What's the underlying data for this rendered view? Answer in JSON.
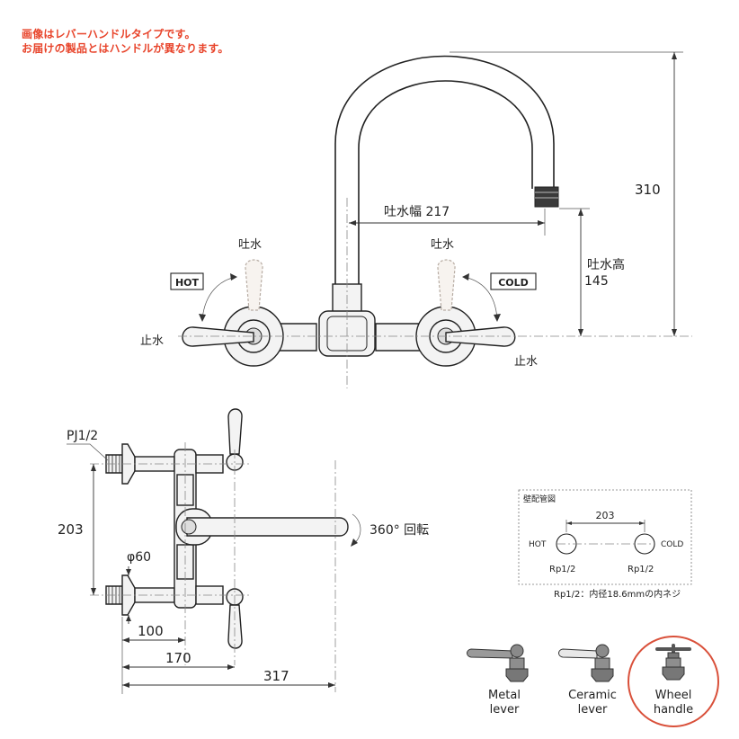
{
  "notice": {
    "line1": "画像はレバーハンドルタイプです。",
    "line2": "お届けの製品とはハンドルが異なります。"
  },
  "front_view": {
    "spout_width_label": "吐水幅 217",
    "height_total": "310",
    "spout_height_label": "吐水高",
    "spout_height_value": "145",
    "flow_label_left": "吐水",
    "flow_label_right": "吐水",
    "stop_label_left": "止水",
    "stop_label_right": "止水",
    "hot_label": "HOT",
    "cold_label": "COLD"
  },
  "side_view": {
    "pipe_thread": "PJ1/2",
    "vertical_spacing": "203",
    "diameter": "φ60",
    "dim_100": "100",
    "dim_170": "170",
    "dim_317": "317",
    "rotation": "360°  回転"
  },
  "wall_piping": {
    "title": "壁配管図",
    "spacing": "203",
    "hot": "HOT",
    "cold": "COLD",
    "left_thread": "Rp1/2",
    "right_thread": "Rp1/2",
    "footnote": "Rp1/2：内径18.6mmの内ネジ"
  },
  "handle_options": [
    {
      "label_line1": "Metal",
      "label_line2": "lever"
    },
    {
      "label_line1": "Ceramic",
      "label_line2": "lever"
    },
    {
      "label_line1": "Wheel",
      "label_line2": "handle"
    }
  ],
  "colors": {
    "notice": "#e8452c",
    "highlight_circle": "#d9503a"
  }
}
